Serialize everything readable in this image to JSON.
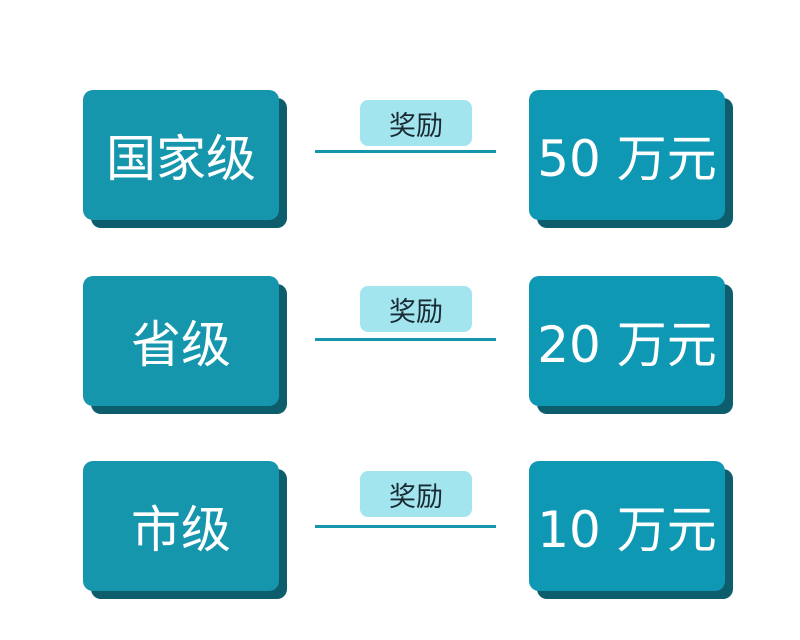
{
  "rows": [
    {
      "level": "国家级",
      "reward_label": "奖励",
      "amount": "50 万元"
    },
    {
      "level": "省级",
      "reward_label": "奖励",
      "amount": "20 万元"
    },
    {
      "level": "市级",
      "reward_label": "奖励",
      "amount": "10 万元"
    }
  ],
  "colors": {
    "box_fill": "#1596ad",
    "box_shadow": "#0d5d6c",
    "badge_fill": "#a3e5ee",
    "line": "#1596ad",
    "box_text": "#ffffff",
    "badge_text": "#1a2a33"
  }
}
